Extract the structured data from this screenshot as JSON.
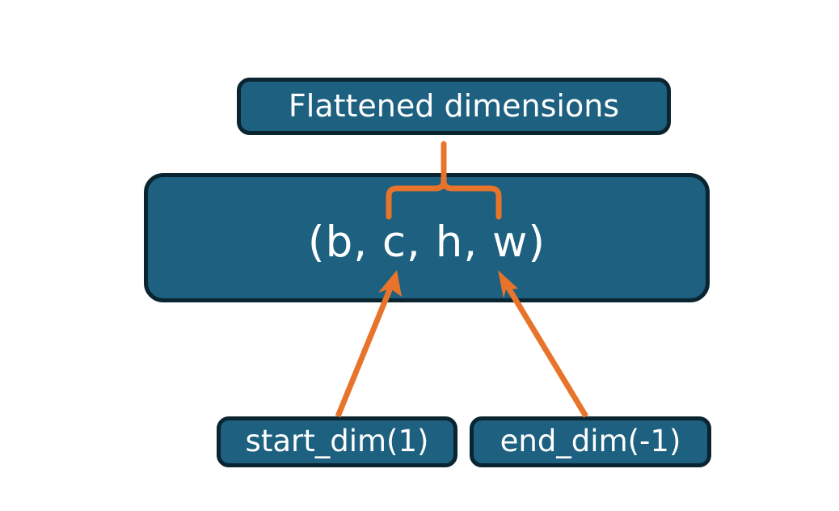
{
  "diagram": {
    "title_node": {
      "label": "Flattened dimensions",
      "name": "flattened-dimensions-box"
    },
    "shape_node": {
      "label": "(b, c, h, w)",
      "name": "tensor-shape-box",
      "dims": [
        "b",
        "c",
        "h",
        "w"
      ]
    },
    "argument_nodes": [
      {
        "label": "start_dim(1)",
        "name": "start-dim-box",
        "value": 1
      },
      {
        "label": "end_dim(-1)",
        "name": "end-dim-box",
        "value": -1
      }
    ],
    "connectors": [
      {
        "name": "flattened-range-brace",
        "type": "curly-brace",
        "from": "flattened-dimensions-box",
        "to": "tensor-shape-box",
        "spans_dims": [
          "c",
          "h",
          "w"
        ]
      },
      {
        "name": "start-dim-arrow",
        "type": "arrow",
        "from": "start-dim-box",
        "to": "dim-c"
      },
      {
        "name": "end-dim-arrow",
        "type": "arrow",
        "from": "end-dim-box",
        "to": "dim-w"
      }
    ]
  },
  "colors": {
    "box_fill": "#1d6080",
    "box_border": "#0a2430",
    "box_text": "#ffffff",
    "accent": "#e8742c",
    "background": "#ffffff"
  }
}
